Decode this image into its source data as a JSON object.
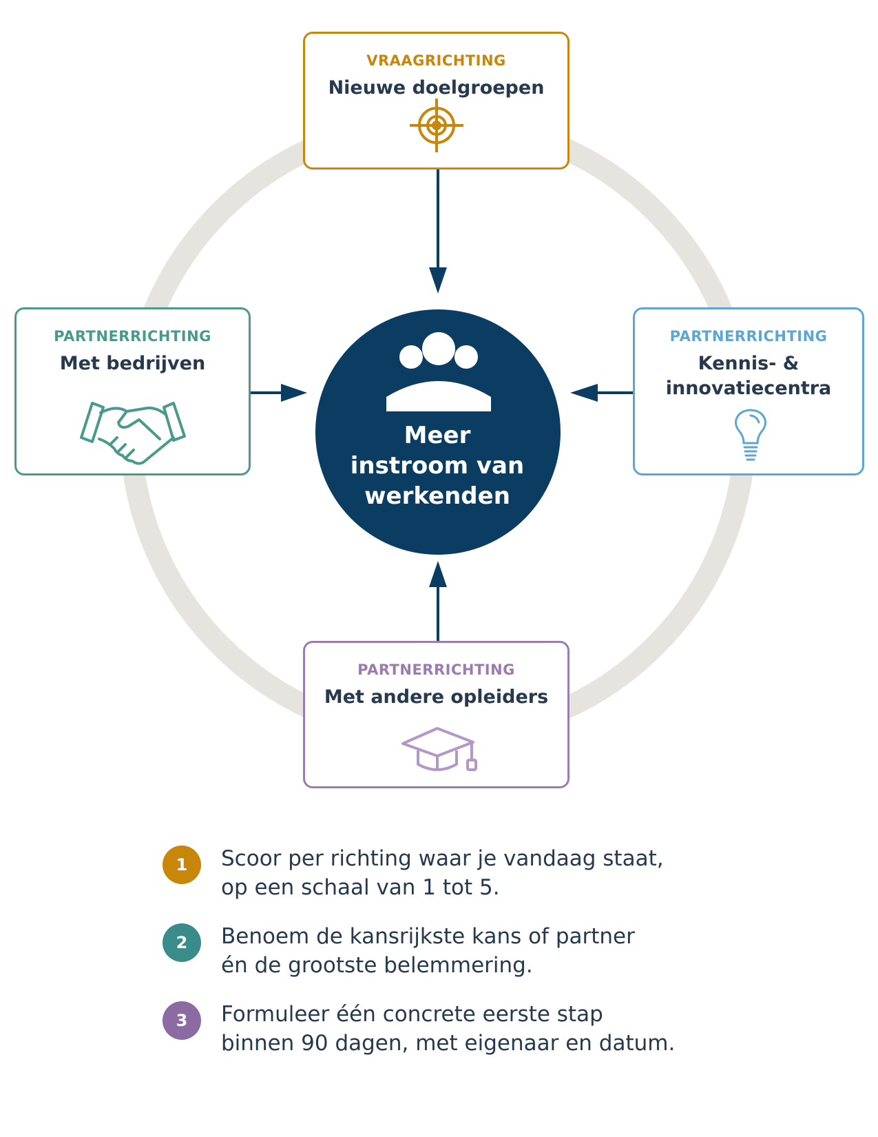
{
  "colors": {
    "ring": "#e6e4df",
    "navy": "#0b3d63",
    "orange": "#c8860a",
    "teal": "#4a9a8c",
    "blue": "#5ba6d2",
    "purple": "#9b7bb0",
    "step2": "#3a8c8a",
    "step3": "#8c6aa2"
  },
  "center": {
    "icon": "group-people-icon",
    "lines": [
      "Meer",
      "instroom van",
      "werkenden"
    ]
  },
  "boxes": {
    "top": {
      "kicker": "VRAAGRICHTING",
      "heading": "Nieuwe doelgroepen",
      "icon": "target-icon"
    },
    "left": {
      "kicker": "PARTNERRICHTING",
      "heading": "Met bedrijven",
      "icon": "handshake-icon"
    },
    "right": {
      "kicker": "PARTNERRICHTING",
      "heading_lines": [
        "Kennis- &",
        "innovatiecentra"
      ],
      "icon": "lightbulb-icon"
    },
    "bottom": {
      "kicker": "PARTNERRICHTING",
      "heading": "Met andere opleiders",
      "icon": "graduation-cap-icon"
    }
  },
  "steps": [
    {
      "number": "1",
      "lines": [
        "Scoor per richting waar je vandaag staat,",
        "op een schaal van 1 tot 5."
      ]
    },
    {
      "number": "2",
      "lines": [
        "Benoem de kansrijkste kans of partner",
        "én de grootste belemmering."
      ]
    },
    {
      "number": "3",
      "lines": [
        "Formuleer één concrete eerste stap",
        "binnen 90 dagen, met eigenaar en datum."
      ]
    }
  ]
}
